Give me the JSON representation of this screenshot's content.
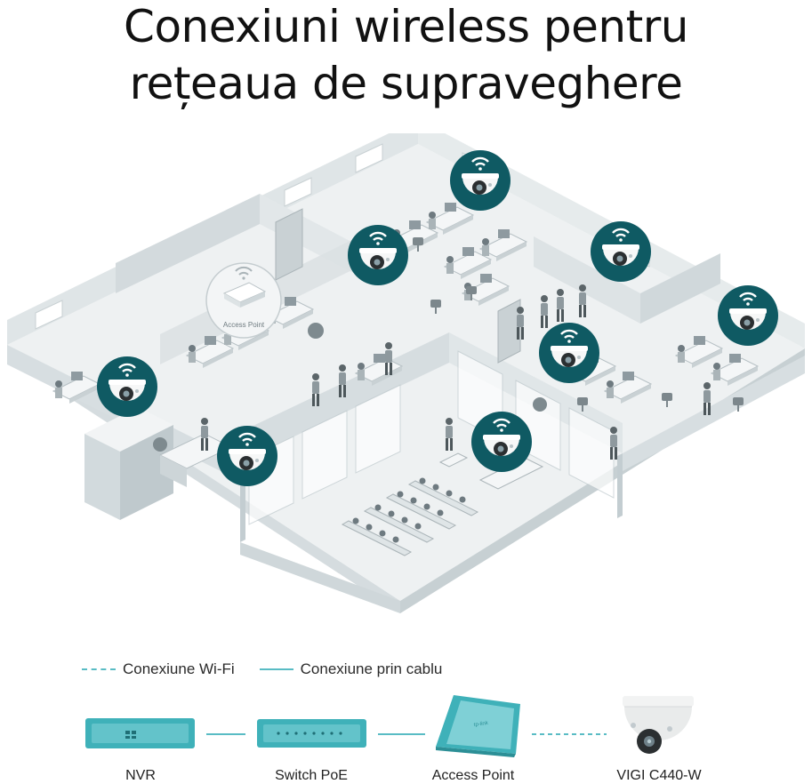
{
  "title": {
    "line1": "Conexiuni wireless pentru",
    "line2": "rețeaua de supraveghere"
  },
  "scene": {
    "access_point_callout": "Access Point",
    "camera_count": 8,
    "icon_names": [
      "wifi-camera-badge-icon",
      "ceiling-access-point-icon"
    ],
    "colors": {
      "badge": "#0f5a63",
      "wifi": "#ffffff",
      "floor": "#eef1f2",
      "walls": "#dde3e5",
      "teal_device": "#3fb1b9"
    }
  },
  "legend": {
    "wifi_label": "Conexiune Wi-Fi",
    "cable_label": "Conexiune prin cablu",
    "colors": {
      "line": "#59bcc4"
    }
  },
  "devices": {
    "nvr": "NVR",
    "switch": "Switch PoE",
    "access_point": "Access Point",
    "camera": "VIGI C440-W",
    "ap_logo": "tp-link"
  }
}
